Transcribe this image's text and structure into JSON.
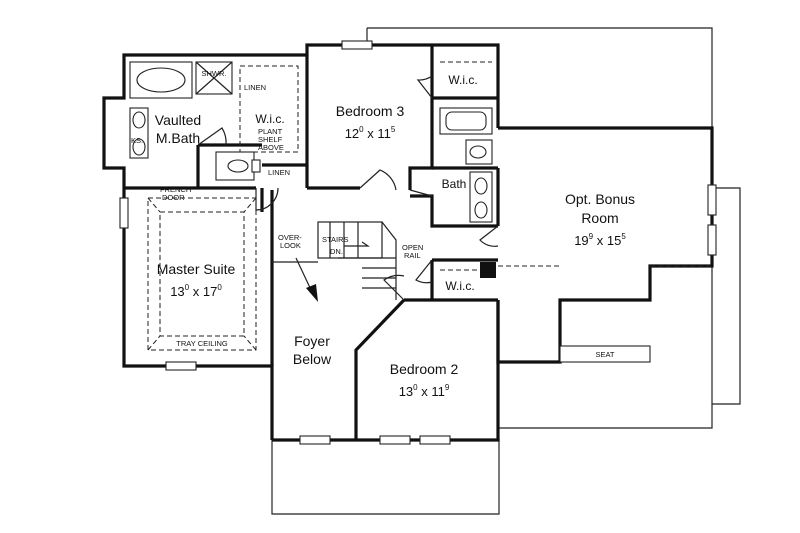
{
  "rooms": {
    "master_suite": {
      "name": "Master Suite",
      "dim_a": "13",
      "sup_a": "0",
      "dim_b": "17",
      "sup_b": "0"
    },
    "bedroom3": {
      "name": "Bedroom 3",
      "dim_a": "12",
      "sup_a": "0",
      "dim_b": "11",
      "sup_b": "5"
    },
    "bedroom2": {
      "name": "Bedroom 2",
      "dim_a": "13",
      "sup_a": "0",
      "dim_b": "11",
      "sup_b": "9"
    },
    "bonus": {
      "name_line1": "Opt. Bonus",
      "name_line2": "Room",
      "dim_a": "19",
      "sup_a": "9",
      "dim_b": "15",
      "sup_b": "5"
    },
    "foyer": {
      "line1": "Foyer",
      "line2": "Below"
    },
    "vaulted_bath": {
      "line1": "Vaulted",
      "line2": "M.Bath"
    },
    "bath": "Bath",
    "master_wic": "W.i.c.",
    "bed3_wic": "W.i.c.",
    "bed2_wic": "W.i.c."
  },
  "dimension_separator": "x",
  "labels": {
    "shwr": "SHWR.",
    "linen_top": "LINEN",
    "linen_mid": "LINEN",
    "plant_shelf": [
      "PLANT",
      "SHELF",
      "ABOVE"
    ],
    "ks": "KS.",
    "french_door": [
      "FRENCH",
      "DOOR"
    ],
    "tray_ceiling": "TRAY CEILING",
    "overlook": [
      "OVER-",
      "LOOK"
    ],
    "stairs": [
      "STAIRS",
      "DN."
    ],
    "open_rail": [
      "OPEN",
      "RAIL"
    ],
    "seat": "SEAT"
  }
}
